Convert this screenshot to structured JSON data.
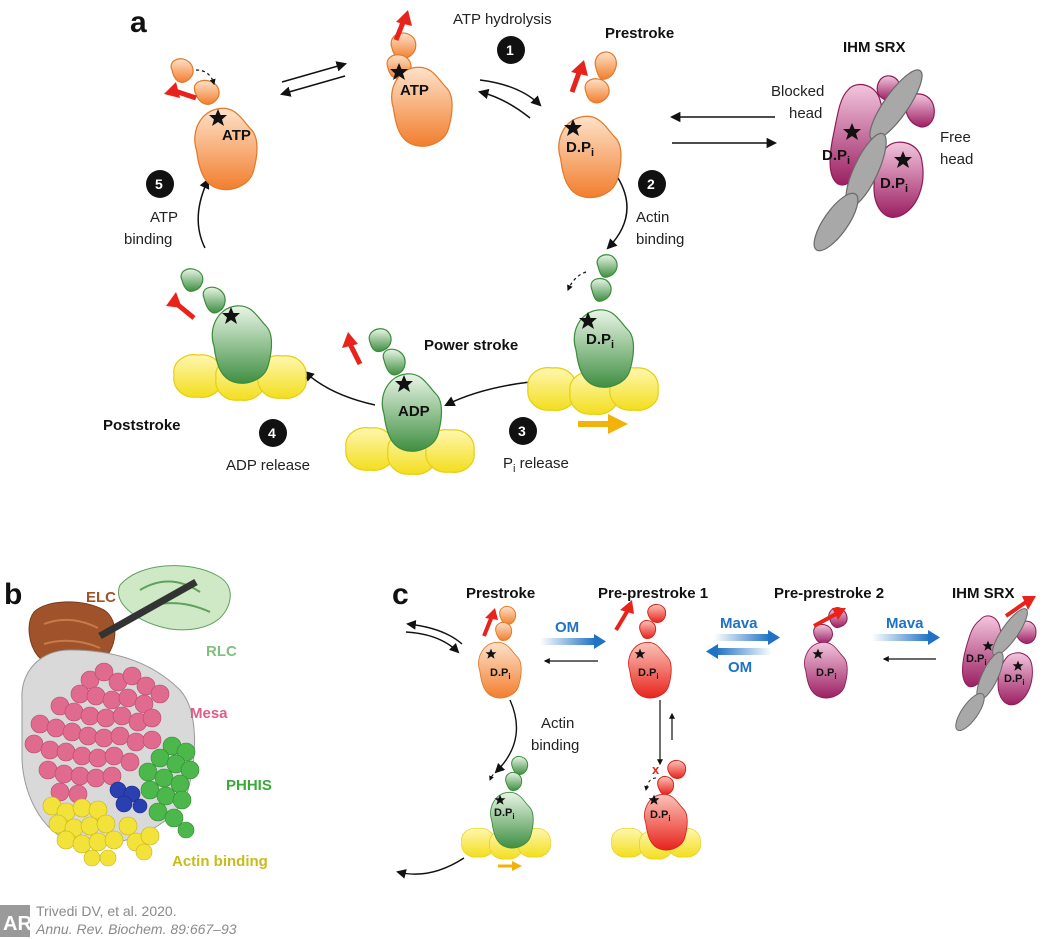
{
  "panels": {
    "a": "a",
    "b": "b",
    "c": "c"
  },
  "panel_a": {
    "steps": [
      {
        "num": "1",
        "label": "ATP hydrolysis"
      },
      {
        "num": "2",
        "label_line1": "Actin",
        "label_line2": "binding"
      },
      {
        "num": "3",
        "label_main": "P",
        "label_sub": "i",
        "label_rest": " release"
      },
      {
        "num": "4",
        "label": "ADP release"
      },
      {
        "num": "5",
        "label_line1": "ATP",
        "label_line2": "binding"
      }
    ],
    "states": {
      "prestroke": "Prestroke",
      "power_stroke": "Power stroke",
      "poststroke": "Poststroke",
      "ihm_srx": "IHM SRX"
    },
    "heads": {
      "blocked_line1": "Blocked",
      "blocked_line2": "head",
      "free_line1": "Free",
      "free_line2": "head"
    },
    "nucleotides": {
      "atp": "ATP",
      "adp": "ADP",
      "dp_main": "D.P",
      "dp_sub": "i"
    }
  },
  "panel_b": {
    "labels": {
      "elc": "ELC",
      "rlc": "RLC",
      "mesa": "Mesa",
      "phhis": "PHHIS",
      "actin_binding": "Actin binding"
    }
  },
  "panel_c": {
    "states": {
      "prestroke": "Prestroke",
      "pre1": "Pre-prestroke 1",
      "pre2": "Pre-prestroke 2",
      "ihm_srx": "IHM SRX"
    },
    "drugs": {
      "om": "OM",
      "mava": "Mava"
    },
    "actin_binding_line1": "Actin",
    "actin_binding_line2": "binding",
    "blocked_mark": "x"
  },
  "credit": {
    "line1": "Trivedi DV, et al. 2020.",
    "line2": "Annu. Rev. Biochem. 89:667–93",
    "logo": "AR"
  },
  "colors": {
    "orange": "#f39a57",
    "red": "#ec2f2f",
    "green": "#4d9a4d",
    "magenta": "#b03a7c",
    "yellow": "#f7e84a",
    "blue": "#1f72c4",
    "gray": "#a8a8a8"
  }
}
